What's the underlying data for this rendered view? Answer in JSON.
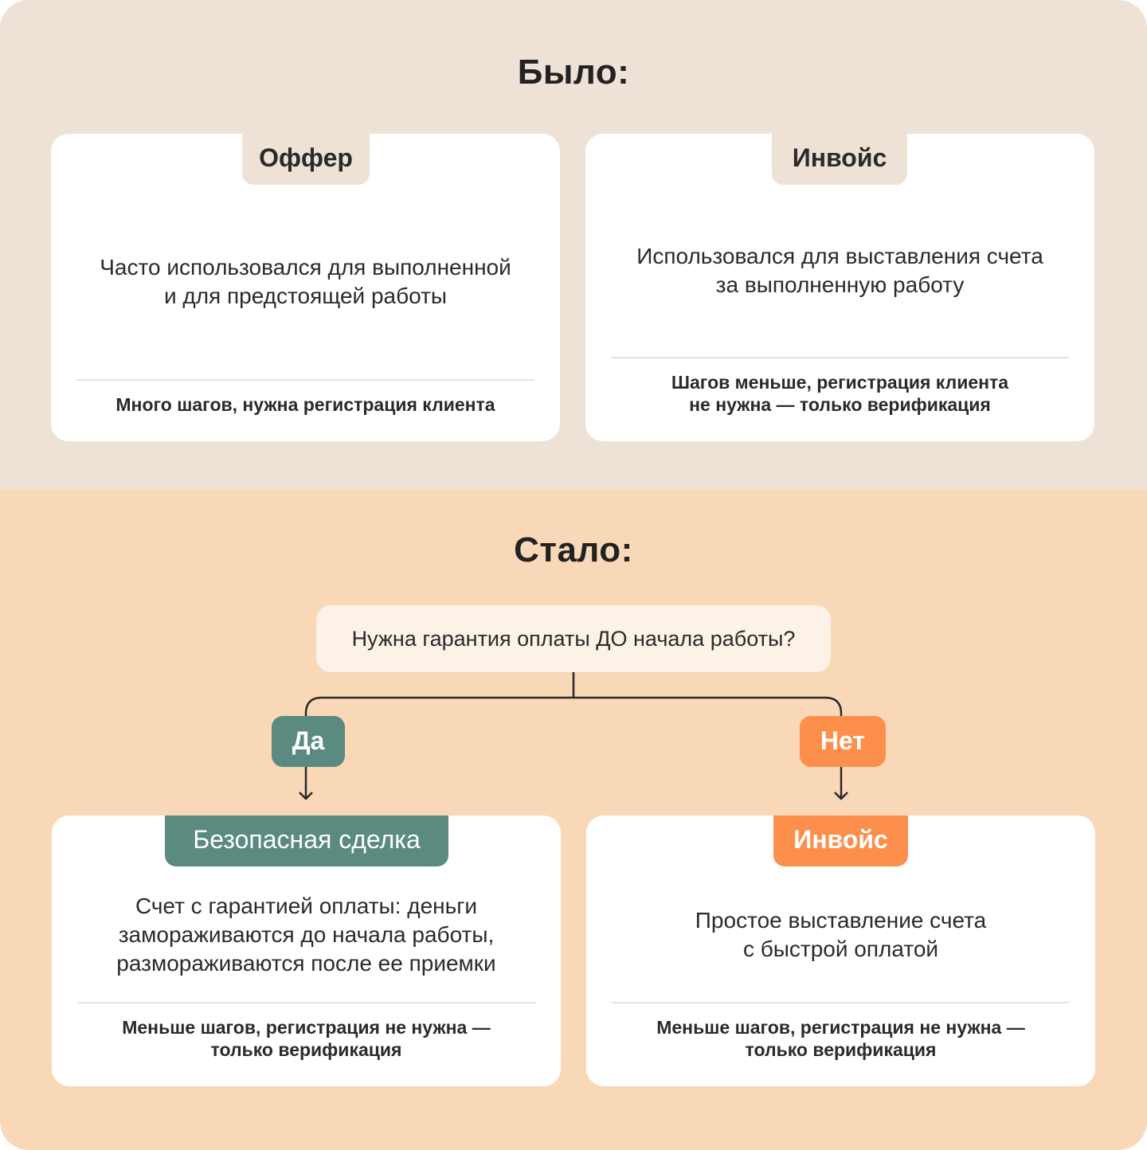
{
  "before": {
    "title": "Было:",
    "cards": [
      {
        "tab": "Оффер",
        "description": [
          "Часто использовался для выполненной",
          "и для предстоящей работы"
        ],
        "note": [
          "Много шагов, нужна регистрация клиента"
        ]
      },
      {
        "tab": "Инвойс",
        "description": [
          "Использовался для выставления счета",
          "за выполненную работу"
        ],
        "note": [
          "Шагов меньше, регистрация клиента",
          "не нужна — только верификация"
        ]
      }
    ]
  },
  "after": {
    "title": "Стало:",
    "question": "Нужна гарантия оплаты ДО начала работы?",
    "yes_label": "Да",
    "no_label": "Нет",
    "cards": [
      {
        "tab": "Безопасная сделка",
        "description": [
          "Счет с гарантией оплаты: деньги",
          "замораживаются до начала работы,",
          "размораживаются после ее приемки"
        ],
        "note": [
          "Меньше шагов, регистрация не нужна —",
          "только верификация"
        ]
      },
      {
        "tab": "Инвойс",
        "description": [
          "Простое выставление счета",
          "с быстрой оплатой"
        ],
        "note": [
          "Меньше шагов, регистрация не нужна —",
          "только верификация"
        ]
      }
    ]
  },
  "colors": {
    "before_bg": "#eee2d6",
    "after_bg": "#f9d8b8",
    "green": "#5a8a80",
    "orange": "#fc8f4b"
  }
}
